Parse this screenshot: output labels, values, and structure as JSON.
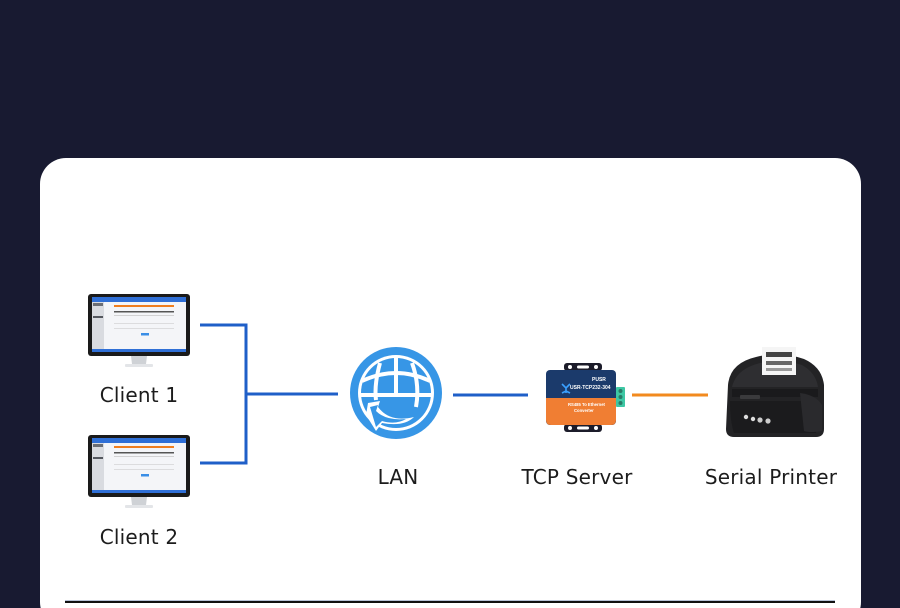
{
  "diagram": {
    "title": "",
    "nodes": [
      {
        "id": "client1",
        "label": "Client 1",
        "icon": "monitor-icon"
      },
      {
        "id": "client2",
        "label": "Client 2",
        "icon": "monitor-icon"
      },
      {
        "id": "lan",
        "label": "LAN",
        "icon": "globe-network-icon"
      },
      {
        "id": "tcp_server",
        "label": "TCP Server",
        "icon": "serial-ethernet-converter-icon"
      },
      {
        "id": "printer",
        "label": "Serial Printer",
        "icon": "label-printer-icon"
      }
    ],
    "edges": [
      {
        "from": "client1",
        "to": "lan",
        "color": "#1f5fc8"
      },
      {
        "from": "client2",
        "to": "lan",
        "color": "#1f5fc8"
      },
      {
        "from": "lan",
        "to": "tcp_server",
        "color": "#1f5fc8"
      },
      {
        "from": "tcp_server",
        "to": "printer",
        "color": "#f28a1e"
      }
    ],
    "device": {
      "brand": "PUSR",
      "model": "USR-TCP232-304",
      "description": "RS485 To Ethernet Converter"
    }
  },
  "colors": {
    "background": "#181a31",
    "card": "#ffffff",
    "network_line": "#1f5fc8",
    "serial_line": "#f28a1e",
    "globe": "#3796e6",
    "device_blue": "#1b3a6b",
    "device_orange": "#f07e33",
    "terminal_green": "#3ec7a4"
  }
}
